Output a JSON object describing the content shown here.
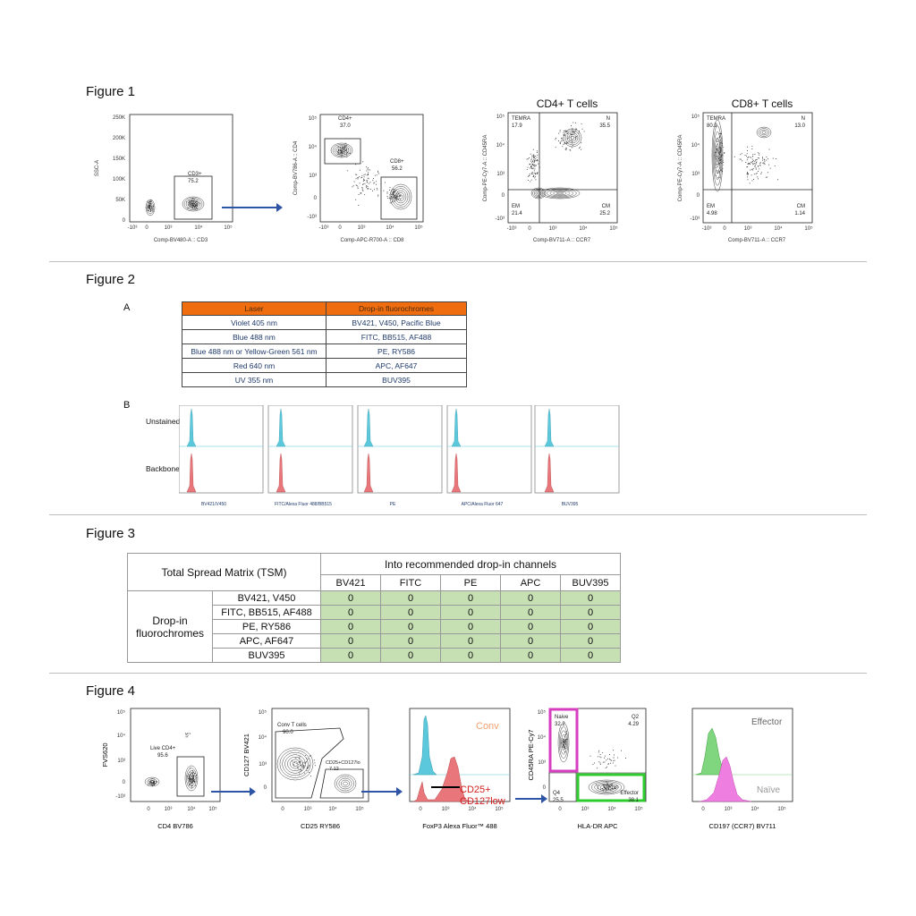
{
  "figure1": {
    "title": "Figure 1",
    "plot1": {
      "ylabel": "SSC-A",
      "xlabel": "Comp-BV480-A :: CD3",
      "yticks": [
        "250K",
        "200K",
        "150K",
        "100K",
        "50K",
        "0"
      ],
      "xticks": [
        "-10³",
        "0",
        "10³",
        "10⁴",
        "10⁵"
      ],
      "gate_label": "CD3+",
      "gate_value": "75.2"
    },
    "plot2": {
      "ylabel": "Comp-BV786-A :: CD4",
      "xlabel": "Comp-APC-R700-A :: CD8",
      "yticks": [
        "10⁵",
        "10⁴",
        "10³",
        "0",
        "-10³"
      ],
      "xticks": [
        "-10³",
        "0",
        "10³",
        "10⁴",
        "10⁵"
      ],
      "gate1_label": "CD4+",
      "gate1_value": "37.0",
      "gate2_label": "CD8+",
      "gate2_value": "56.2"
    },
    "plot3": {
      "title": "CD4+ T cells",
      "ylabel": "Comp-PE-Cy7-A :: CD45RA",
      "xlabel": "Comp-BV711-A :: CCR7",
      "yticks": [
        "10⁵",
        "10⁴",
        "10³",
        "0",
        "-10³"
      ],
      "xticks": [
        "-10³",
        "0",
        "10³",
        "10⁴",
        "10⁵"
      ],
      "q_tl": "TEMRA",
      "q_tl_v": "17.9",
      "q_tr": "N",
      "q_tr_v": "35.5",
      "q_bl": "EM",
      "q_bl_v": "21.4",
      "q_br": "CM",
      "q_br_v": "25.2"
    },
    "plot4": {
      "title": "CD8+ T cells",
      "ylabel": "Comp-PE-Cy7-A :: CD45RA",
      "xlabel": "Comp-BV711-A :: CCR7",
      "yticks": [
        "10⁵",
        "10⁴",
        "10³",
        "0",
        "-10³"
      ],
      "xticks": [
        "-10³",
        "0",
        "10³",
        "10⁴",
        "10⁵"
      ],
      "q_tl": "TEMRA",
      "q_tl_v": "80.9",
      "q_tr": "N",
      "q_tr_v": "13.0",
      "q_bl": "EM",
      "q_bl_v": "4.98",
      "q_br": "CM",
      "q_br_v": "1.14"
    }
  },
  "figure2": {
    "title": "Figure 2",
    "panel_a": "A",
    "panel_b": "B",
    "table": {
      "headers": [
        "Laser",
        "Drop-in fluorochromes"
      ],
      "rows": [
        [
          "Violet 405 nm",
          "BV421, V450, Pacific Blue"
        ],
        [
          "Blue 488 nm",
          "FITC, BB515, AF488"
        ],
        [
          "Blue 488 nm or Yellow-Green 561 nm",
          "PE, RY586"
        ],
        [
          "Red 640 nm",
          "APC, AF647"
        ],
        [
          "UV 355 nm",
          "BUV395"
        ]
      ]
    },
    "row_labels": [
      "Unstained",
      "Backbone"
    ],
    "histograms": [
      "BV421/V450",
      "FITC/Alexa Fluor 488/BB515",
      "PE",
      "APC/Alexa Fluor 647",
      "BUV395"
    ],
    "colors": {
      "unstained": "#5bc8dc",
      "backbone": "#e8767a"
    }
  },
  "figure3": {
    "title": "Figure 3",
    "corner": "Total Spread Matrix (TSM)",
    "top_header": "Into recommended drop-in channels",
    "columns": [
      "BV421",
      "FITC",
      "PE",
      "APC",
      "BUV395"
    ],
    "side_header_line1": "Drop-in",
    "side_header_line2": "fluorochromes",
    "rows": [
      {
        "label": "BV421, V450",
        "values": [
          "0",
          "0",
          "0",
          "0",
          "0"
        ]
      },
      {
        "label": "FITC, BB515, AF488",
        "values": [
          "0",
          "0",
          "0",
          "0",
          "0"
        ]
      },
      {
        "label": "PE, RY586",
        "values": [
          "0",
          "0",
          "0",
          "0",
          "0"
        ]
      },
      {
        "label": "APC, AF647",
        "values": [
          "0",
          "0",
          "0",
          "0",
          "0"
        ]
      },
      {
        "label": "BUV395",
        "values": [
          "0",
          "0",
          "0",
          "0",
          "0"
        ]
      }
    ]
  },
  "figure4": {
    "title": "Figure 4",
    "plot1": {
      "ylabel": "FVS620",
      "xlabel": "CD4 BV786",
      "gate_label": "Live CD4+",
      "gate_value": "95.6",
      "yticks": [
        "10⁵",
        "10⁴",
        "10³",
        "0",
        "-10³"
      ],
      "xticks": [
        "0",
        "10³",
        "10⁴",
        "10⁵"
      ]
    },
    "plot2": {
      "ylabel": "CD127 BV421",
      "xlabel": "CD25 RY586",
      "gate1_label": "Conv T cells",
      "gate1_value": "90.0",
      "gate2_label": "CD25+CD127lo",
      "gate2_value": "7.12",
      "yticks": [
        "10⁵",
        "10⁴",
        "10³",
        "0"
      ],
      "xticks": [
        "0",
        "10³",
        "10⁴",
        "10⁵"
      ]
    },
    "plot3": {
      "xlabel": "FoxP3 Alexa Fluor™ 488",
      "conv_label": "Conv",
      "treg_line1": "CD25+",
      "treg_line2": "CD127low",
      "xticks": [
        "0",
        "10³",
        "10⁴",
        "10⁵"
      ]
    },
    "plot4": {
      "ylabel": "CD45RA PE-Cy7",
      "xlabel": "HLA-DR APC",
      "q1_label": "Naive",
      "q1_value": "32.2",
      "q2_label": "Q2",
      "q2_value": "4.29",
      "q4_label": "Q4",
      "q4_value": "25.5",
      "q3_label": "Effector",
      "q3_value": "38.1",
      "yticks": [
        "10⁵",
        "10⁴",
        "10³",
        "0"
      ],
      "xticks": [
        "0",
        "10³",
        "10⁴",
        "10⁵"
      ]
    },
    "plot5": {
      "xlabel": "CD197 (CCR7) BV711",
      "top_label": "Effector",
      "bottom_label": "Naïve",
      "xticks": [
        "0",
        "10³",
        "10⁴",
        "10⁵"
      ]
    },
    "colors": {
      "magenta": "#d63ec0",
      "green": "#2ecc2e",
      "conv": "#5bc8dc",
      "treg": "#e8767a",
      "effector": "#7fd67f",
      "naive": "#ee7fe0",
      "conv_text": "#f0a070",
      "treg_text": "#d12020"
    }
  }
}
